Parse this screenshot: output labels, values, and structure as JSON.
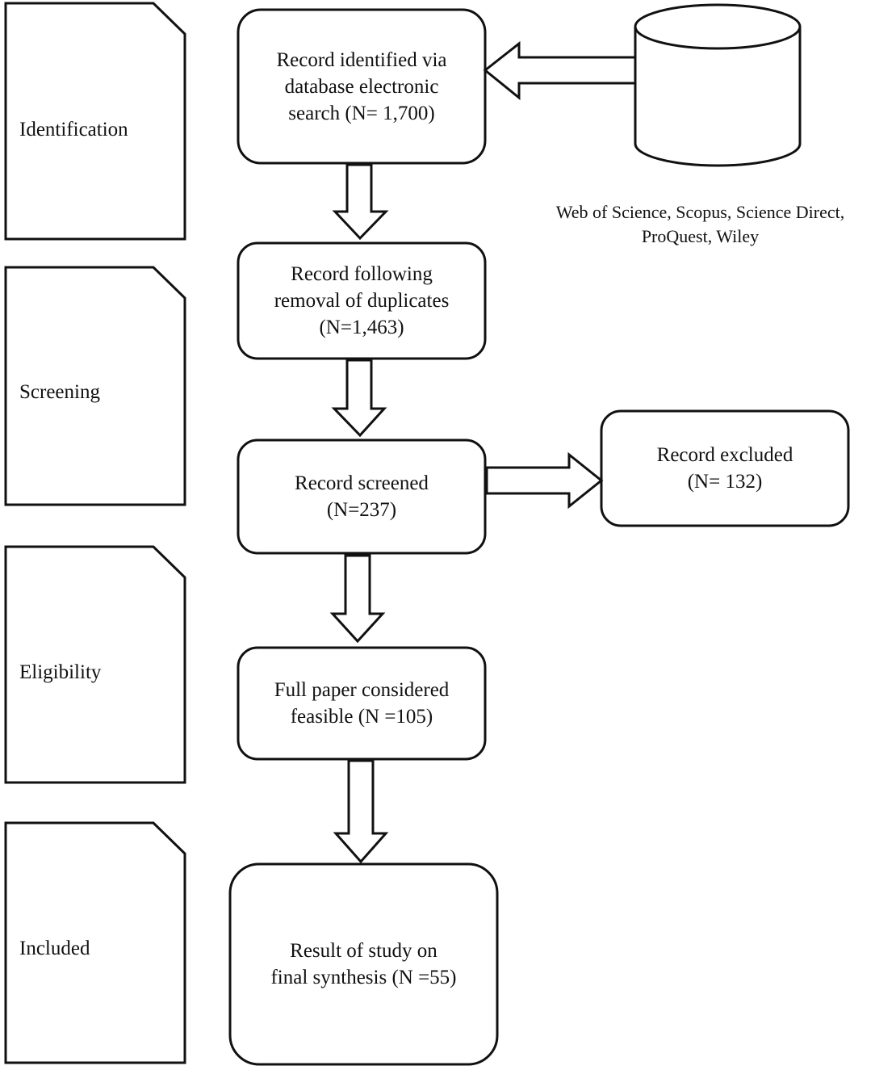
{
  "stages": [
    {
      "id": "identification",
      "label": "Identification"
    },
    {
      "id": "screening",
      "label": "Screening"
    },
    {
      "id": "eligibility",
      "label": "Eligibility"
    },
    {
      "id": "included",
      "label": "Included"
    }
  ],
  "boxes": {
    "identified": {
      "lines": [
        "Record identified via",
        "database electronic",
        "search (N= 1,700)"
      ]
    },
    "deduplicated": {
      "lines": [
        "Record following",
        "removal of duplicates",
        "(N=1,463)"
      ]
    },
    "screened": {
      "lines": [
        "Record screened",
        "(N=237)"
      ]
    },
    "excluded": {
      "lines": [
        "Record excluded",
        "(N= 132)"
      ]
    },
    "feasible": {
      "lines": [
        "Full paper considered",
        "feasible (N =105)"
      ]
    },
    "final": {
      "lines": [
        "Result of study on",
        "final synthesis (N =55)"
      ]
    }
  },
  "database": {
    "icon": "database-cylinder-icon",
    "caption_lines": [
      "Web of Science, Scopus, Science Direct,",
      "ProQuest, Wiley"
    ]
  }
}
